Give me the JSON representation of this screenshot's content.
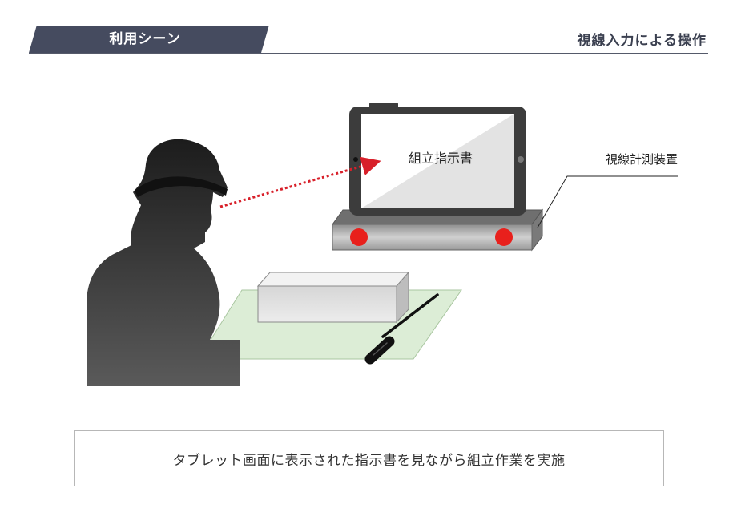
{
  "header": {
    "left_title": "利用シーン",
    "right_title": "視線入力による操作"
  },
  "diagram": {
    "screen_text": "組立指示書",
    "device_label": "視線計測装置"
  },
  "caption": "タブレット画面に表示された指示書を見ながら組立作業を実施",
  "colors": {
    "header_bar": "#454b5f",
    "gaze_line": "#d8202a",
    "sensor_dot": "#e8201c",
    "mat": "#dcedd6",
    "tablet_frame": "#3c3c3c"
  }
}
